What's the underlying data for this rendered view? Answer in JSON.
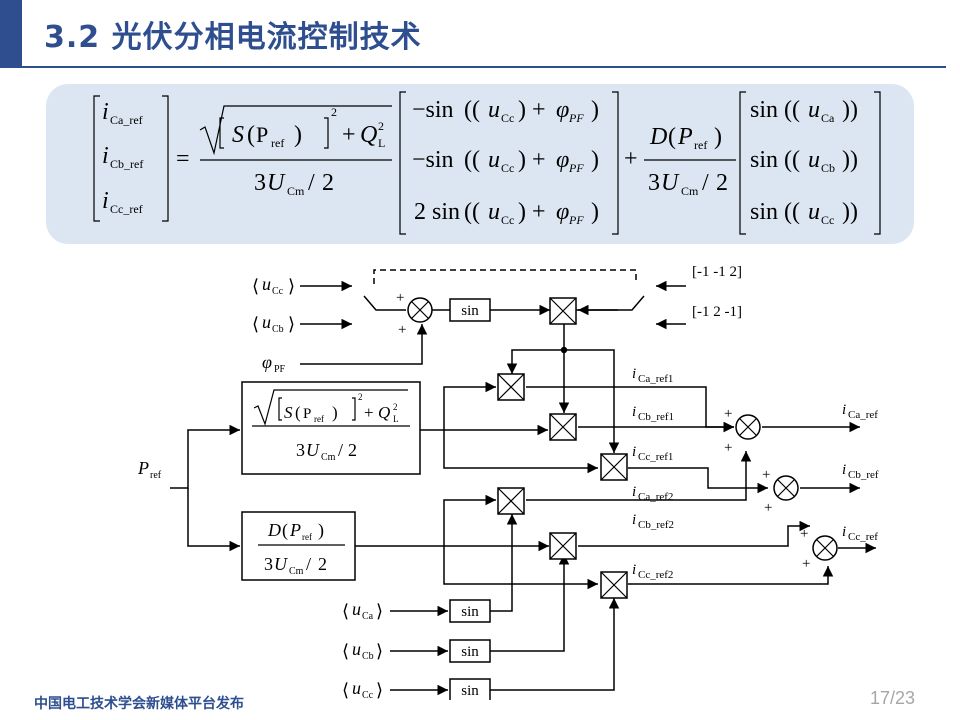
{
  "slide": {
    "title": "3.2 光伏分相电流控制技术",
    "footer": "中国电工技术学会新媒体平台发布",
    "page": "17/23"
  },
  "equation": {
    "lhs": [
      "Ca_ref",
      "Cb_ref",
      "Cc_ref"
    ],
    "frac1_S": "S",
    "frac1_P": "P",
    "frac1_ref": "ref",
    "frac1_Q": "Q",
    "frac1_L": "L",
    "exp2": "2",
    "den_3": "3",
    "den_U": "U",
    "den_Cm": "Cm",
    "den_2": "2",
    "m1_rows": [
      "−sin",
      "−sin",
      "2 sin"
    ],
    "m1_u_sub": "Cc",
    "phi_sub": "PF",
    "frac2_D": "D",
    "m2_subs": [
      "Ca",
      "Cb",
      "Cc"
    ],
    "sin": "sin",
    "plus": "+",
    "equals": "="
  },
  "diagram": {
    "input_ucc": "Cc",
    "input_ucb": "Cb",
    "input_phi_sub": "PF",
    "input_pref_sub": "ref",
    "vec1": "[-1 -1 2]",
    "vec2": "[-1 2 -1]",
    "sin_label": "sin",
    "bottom_inputs": [
      "Ca",
      "Cb",
      "Cc"
    ],
    "signals": [
      "Ca_ref1",
      "Cb_ref1",
      "Cc_ref1",
      "Ca_ref2",
      "Cb_ref2",
      "Cc_ref2"
    ],
    "outputs": [
      "Ca_ref",
      "Cb_ref",
      "Cc_ref"
    ],
    "sum_sign": "+"
  }
}
